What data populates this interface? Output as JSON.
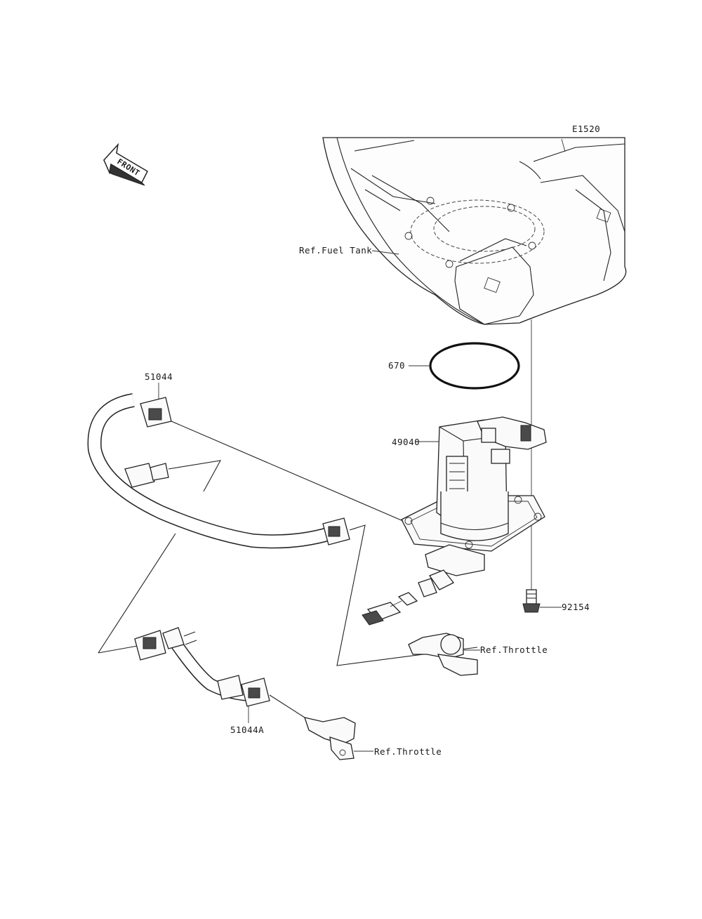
{
  "diagram_code": "E1520",
  "front_label": "FRONT",
  "callouts": {
    "fuel_tank": "Ref.Fuel Tank",
    "o_ring": "670",
    "fuel_pump": "49040",
    "bolt": "92154",
    "hose_upper": "51044",
    "hose_lower": "51044A",
    "throttle_upper": "Ref.Throttle",
    "throttle_lower": "Ref.Throttle"
  }
}
